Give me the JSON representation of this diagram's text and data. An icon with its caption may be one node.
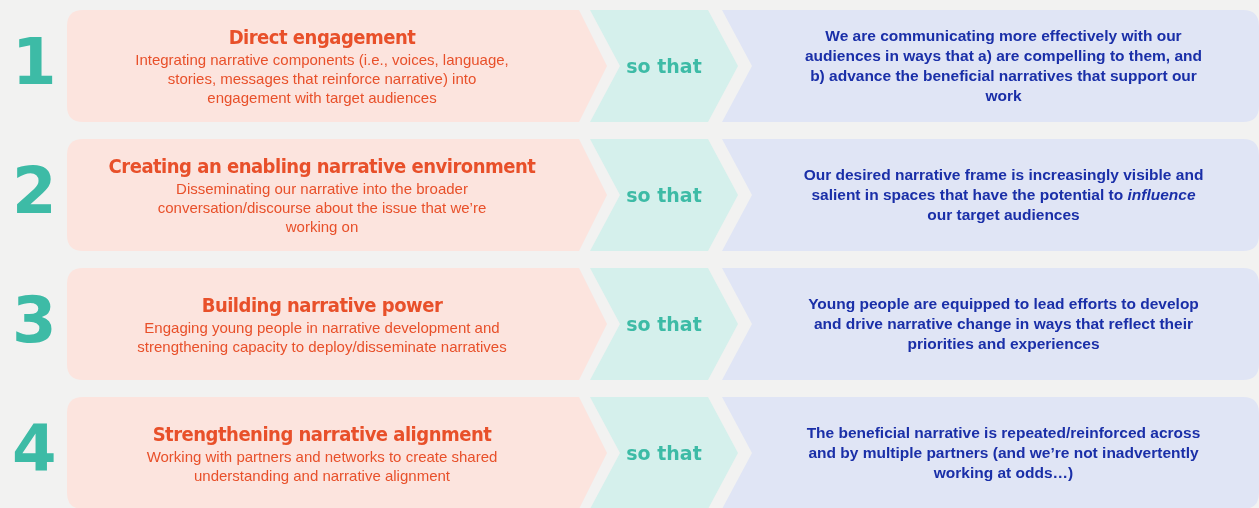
{
  "diagram": {
    "nodes": [
      {
        "text": [
          "Direct engagement",
          "Integrating narrative components (i.e., voices, language, stories, messages that reinforce narrative) into engagement with target audiences"
        ],
        "beside": [
          "1"
        ]
      },
      {
        "text": [
          "so that"
        ]
      },
      {
        "text": [
          "We are communicating more effectively with our audiences in ways that a) are compelling to them, and b) advance the beneficial narratives that support our work"
        ]
      },
      {
        "text": [
          "Creating an enabling narrative environment",
          "Disseminating our narrative into the broader conversation/discourse about the issue that we’re working on"
        ],
        "beside": [
          "2"
        ]
      },
      {
        "text": [
          "so that"
        ]
      },
      {
        "text": [
          "Our desired narrative frame is increasingly visible and salient in spaces that have the potential to *influence* our target audiences"
        ]
      },
      {
        "text": [
          "Building narrative power",
          "Engaging young people in narrative development and strengthening capacity to deploy/disseminate narratives"
        ],
        "beside": [
          "3"
        ]
      },
      {
        "text": [
          "so that"
        ]
      },
      {
        "text": [
          "Young people are equipped to lead efforts to develop and drive narrative change in ways that reflect their priorities and experiences"
        ]
      },
      {
        "text": [
          "Strengthening narrative alignment",
          "Working with partners and networks to create shared understanding and narrative alignment"
        ],
        "beside": [
          "4"
        ]
      },
      {
        "text": [
          "so that"
        ]
      },
      {
        "text": [
          "The beneficial narrative is repeated/reinforced across and by multiple partners (and we’re not inadvertently working at odds…)"
        ]
      }
    ]
  }
}
